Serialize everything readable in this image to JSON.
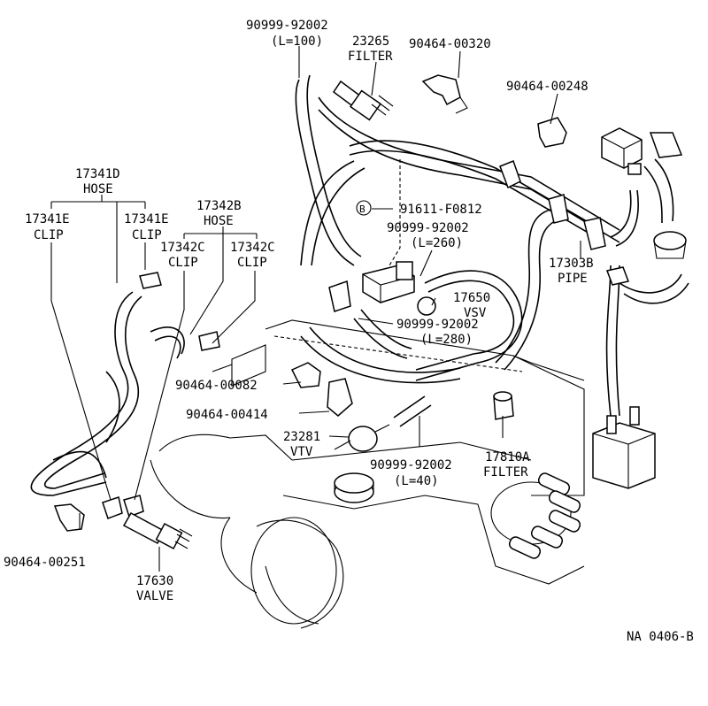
{
  "parts": {
    "hose_top_num": "90999-92002",
    "hose_top_len": "(L=100)",
    "filter_top_num": "23265",
    "filter_top_name": "FILTER",
    "clamp_top_num": "90464-00320",
    "clip_right_num": "90464-00248",
    "hose_17341d_num": "17341D",
    "hose_17341d_name": "HOSE",
    "clip_17341e_left_num": "17341E",
    "clip_17341e_left_name": "CLIP",
    "clip_17341e_right_num": "17341E",
    "clip_17341e_right_name": "CLIP",
    "hose_17342b_num": "17342B",
    "hose_17342b_name": "HOSE",
    "clip_17342c_left_num": "17342C",
    "clip_17342c_left_name": "CLIP",
    "clip_17342c_right_num": "17342C",
    "clip_17342c_right_name": "CLIP",
    "bolt_marker": "B",
    "bolt_num": "91611-F0812",
    "hose_mid_num": "90999-92002",
    "hose_mid_len": "(L=260)",
    "vsv_num": "17650",
    "vsv_name": "VSV",
    "hose_lower_num": "90999-92002",
    "hose_lower_len": "(L=280)",
    "pipe_num": "17303B",
    "pipe_name": "PIPE",
    "clamp_00082_num": "90464-00082",
    "clamp_00414_num": "90464-00414",
    "vtv_num": "23281",
    "vtv_name": "VTV",
    "hose_bottom_num": "90999-92002",
    "hose_bottom_len": "(L=40)",
    "filter_bottom_num": "17810A",
    "filter_bottom_name": "FILTER",
    "clamp_00251_num": "90464-00251",
    "valve_num": "17630",
    "valve_name": "VALVE"
  },
  "footer": {
    "ref_code": "NA 0406-B"
  }
}
